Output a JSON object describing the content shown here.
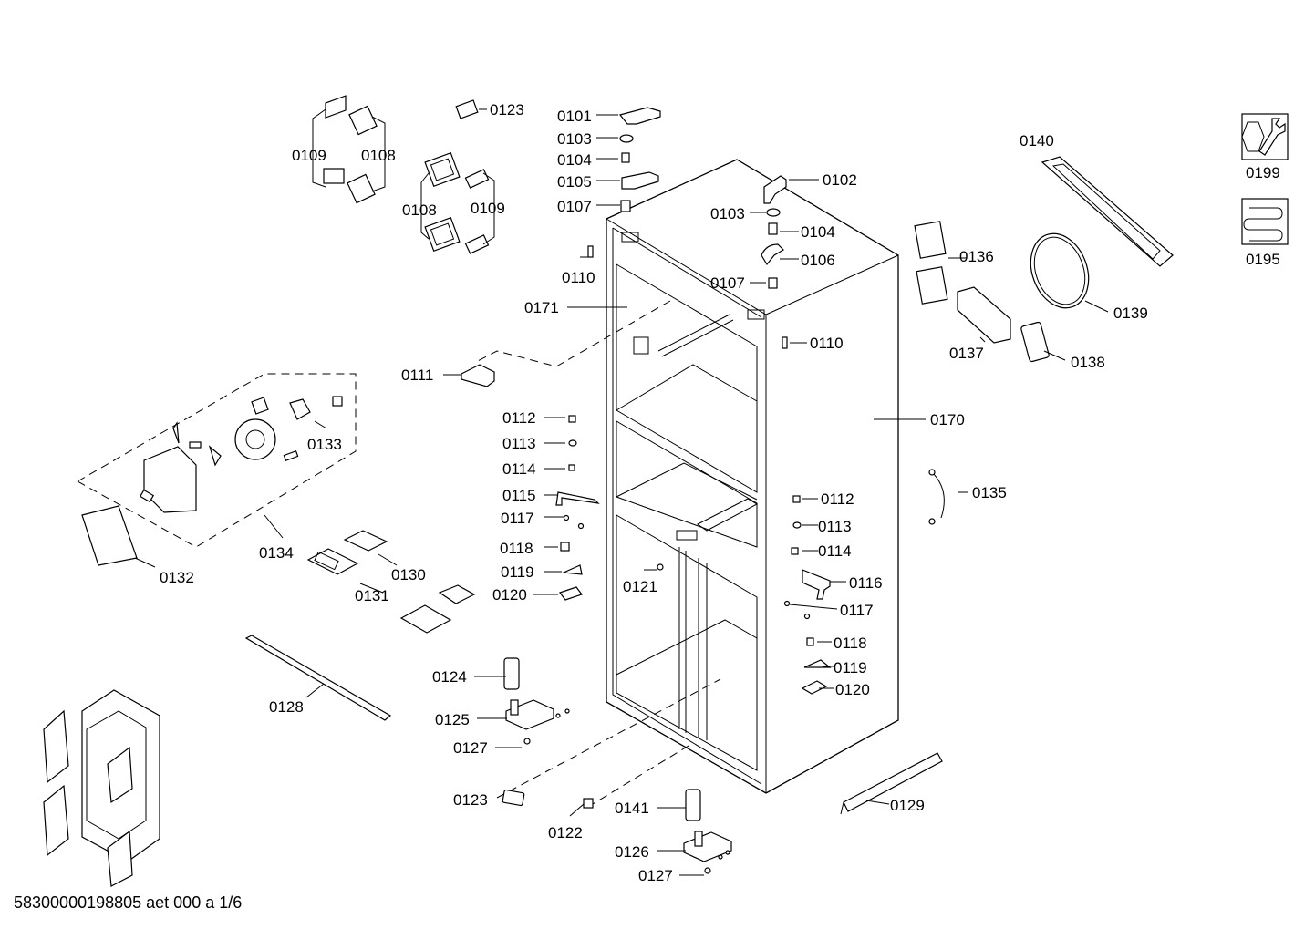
{
  "footer": {
    "document_id": "58300000198805 aet 000 a 1/6"
  },
  "icons": [
    {
      "code": "0199",
      "icon": "wrench-icon"
    },
    {
      "code": "0195",
      "icon": "heating-coil-icon"
    }
  ],
  "parts": {
    "p0101": "0101",
    "p0102": "0102",
    "p0103a": "0103",
    "p0103b": "0103",
    "p0104a": "0104",
    "p0104b": "0104",
    "p0105": "0105",
    "p0106": "0106",
    "p0107a": "0107",
    "p0107b": "0107",
    "p0108a": "0108",
    "p0108b": "0108",
    "p0109a": "0109",
    "p0109b": "0109",
    "p0110a": "0110",
    "p0110b": "0110",
    "p0111": "0111",
    "p0112a": "0112",
    "p0112b": "0112",
    "p0113a": "0113",
    "p0113b": "0113",
    "p0114a": "0114",
    "p0114b": "0114",
    "p0115": "0115",
    "p0116": "0116",
    "p0117a": "0117",
    "p0117b": "0117",
    "p0118a": "0118",
    "p0118b": "0118",
    "p0119a": "0119",
    "p0119b": "0119",
    "p0120a": "0120",
    "p0120b": "0120",
    "p0121": "0121",
    "p0122": "0122",
    "p0123a": "0123",
    "p0123b": "0123",
    "p0124": "0124",
    "p0125": "0125",
    "p0126": "0126",
    "p0127a": "0127",
    "p0127b": "0127",
    "p0128": "0128",
    "p0129": "0129",
    "p0130": "0130",
    "p0131": "0131",
    "p0132": "0132",
    "p0133": "0133",
    "p0134": "0134",
    "p0135": "0135",
    "p0136": "0136",
    "p0137": "0137",
    "p0138": "0138",
    "p0139": "0139",
    "p0140": "0140",
    "p0141": "0141",
    "p0170": "0170",
    "p0171": "0171"
  }
}
